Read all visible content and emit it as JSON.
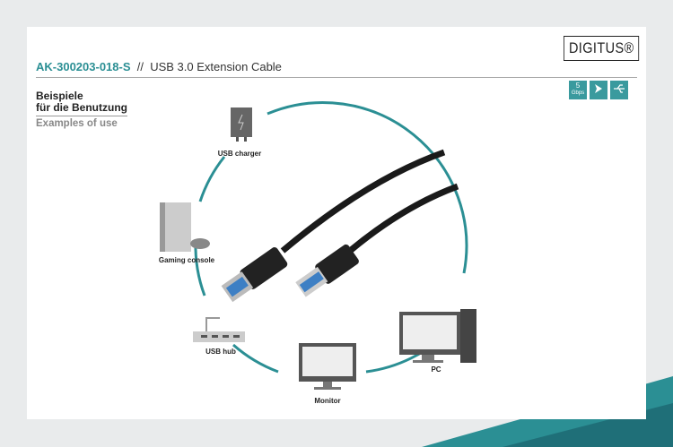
{
  "brand": {
    "logo": "DIGITUS®"
  },
  "header": {
    "product_code": "AK-300203-018-S",
    "separator": "//",
    "product_name": "USB 3.0 Extension Cable"
  },
  "badges": [
    {
      "line1": "5",
      "line2": "Gbps"
    },
    {
      "icon": "plug-and-play-icon"
    },
    {
      "icon": "usb-icon"
    }
  ],
  "section": {
    "title_de_1": "Beispiele",
    "title_de_2": "für die Benutzung",
    "title_en": "Examples of use"
  },
  "devices": [
    {
      "label": "USB charger",
      "icon": "charger-icon"
    },
    {
      "label": "Gaming console",
      "icon": "gaming-console-icon"
    },
    {
      "label": "USB hub",
      "icon": "usb-hub-icon"
    },
    {
      "label": "Monitor",
      "icon": "monitor-icon"
    },
    {
      "label": "PC",
      "icon": "pc-icon"
    }
  ],
  "colors": {
    "accent": "#2b8f94",
    "badge": "#3a9a9e",
    "cable": "#1a1a1a",
    "usb3_blue": "#3d7fc4"
  }
}
